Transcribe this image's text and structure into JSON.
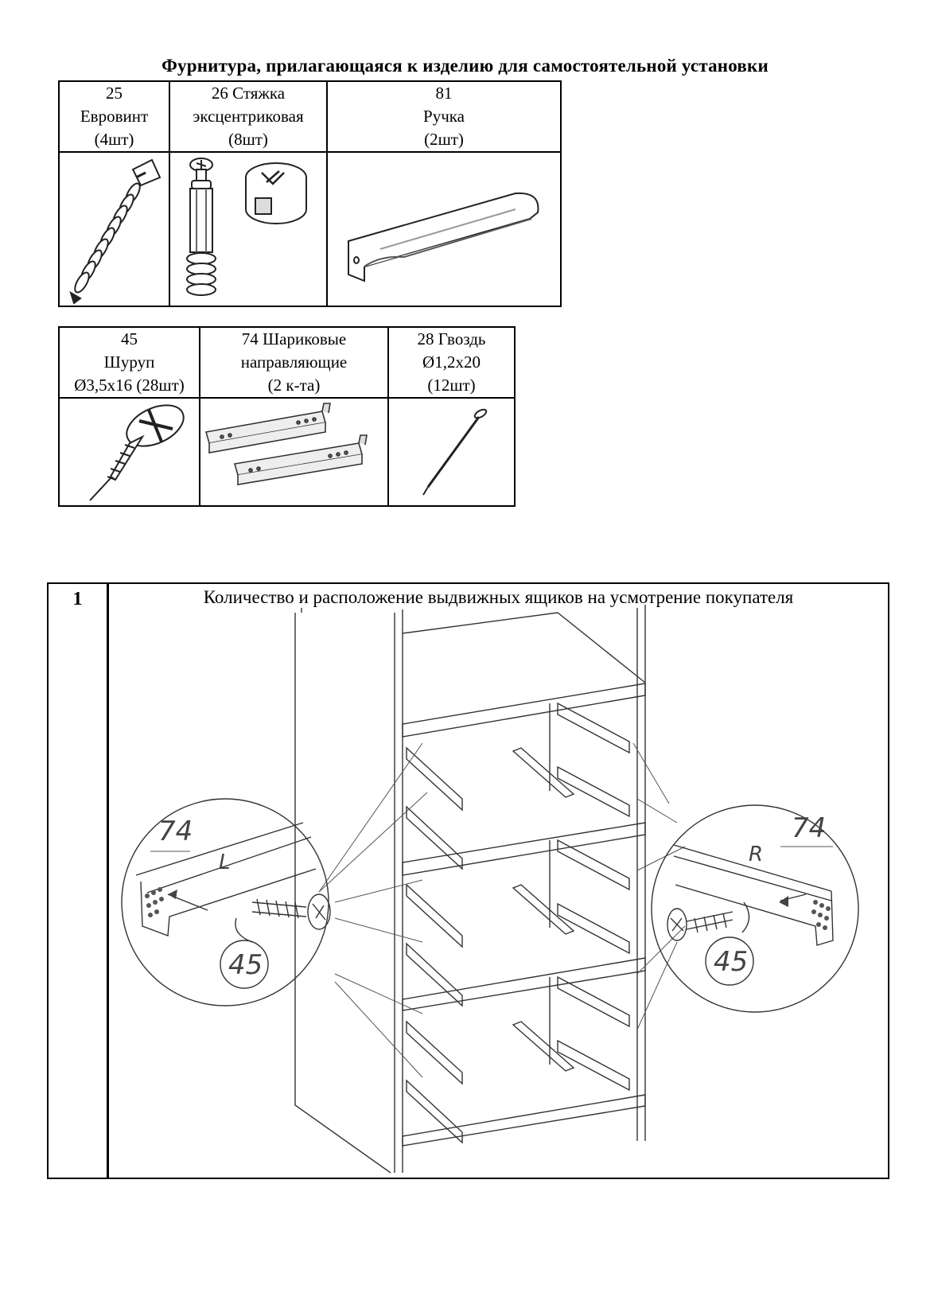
{
  "title": "Фурнитура, прилагающаяся к изделию для самостоятельной установки",
  "hardware_table_1": [
    {
      "number": "25",
      "name": "Евровинт",
      "qty": "(4шт)",
      "icon": "euro-screw-icon"
    },
    {
      "number": "26  Стяжка",
      "name": "эксцентриковая",
      "qty": "(8шт)",
      "icon": "eccentric-coupler-icon"
    },
    {
      "number": "81",
      "name": "Ручка",
      "qty": "(2шт)",
      "icon": "handle-icon"
    }
  ],
  "hardware_table_2": [
    {
      "number": "45",
      "name": "Шуруп",
      "qty": "Ø3,5х16 (28шт)",
      "icon": "screw-icon"
    },
    {
      "number": "74 Шариковые",
      "name": "направляющие",
      "qty": "(2 к-та)",
      "icon": "ball-slides-icon"
    },
    {
      "number": "28  Гвоздь",
      "name": "Ø1,2х20",
      "qty": "(12шт)",
      "icon": "nail-icon"
    }
  ],
  "step": {
    "number": "1",
    "caption": "Количество и расположение выдвижных ящиков на усмотрение покупателя",
    "detail_left": {
      "part": "74",
      "side": "L",
      "screw": "45"
    },
    "detail_right": {
      "part": "74",
      "side": "R",
      "screw": "45"
    }
  }
}
